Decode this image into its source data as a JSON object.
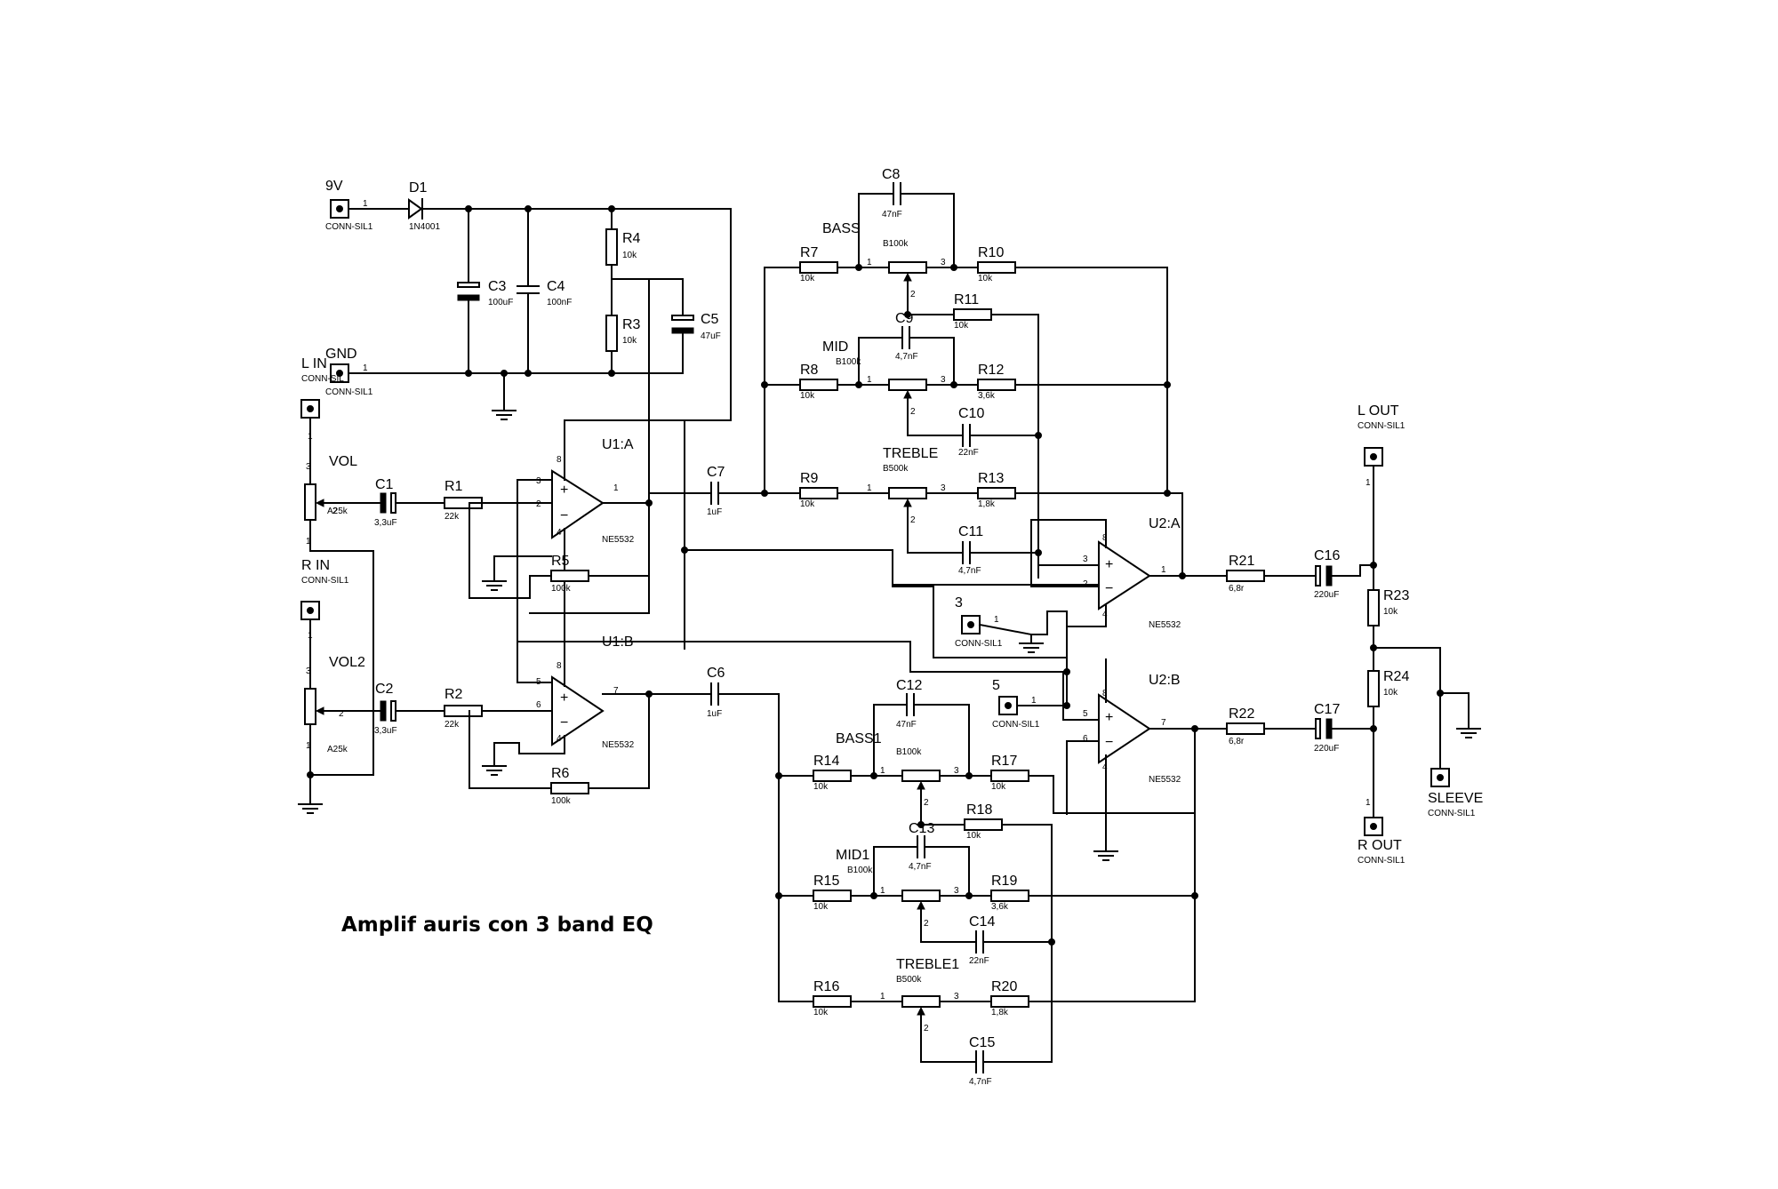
{
  "title": "Amplif auris con 3 band EQ",
  "labels": {
    "j9v": "9V",
    "d1": "D1",
    "d1v": "1N4001",
    "r4": "R4",
    "r4v": "10k",
    "r3": "R3",
    "r3v": "10k",
    "c3": "C3",
    "c3v": "100uF",
    "c4": "C4",
    "c4v": "100nF",
    "c5": "C5",
    "c5v": "47uF",
    "gnd": "GND",
    "lin": "L IN",
    "rin": "R IN",
    "vol": "VOL",
    "vol2": "VOL2",
    "a25k": "A25k",
    "c1": "C1",
    "c1v": "3,3uF",
    "c2": "C2",
    "c2v": "3,3uF",
    "r1": "R1",
    "r1v": "22k",
    "r2": "R2",
    "r2v": "22k",
    "r5": "R5",
    "r5v": "100k",
    "r6": "R6",
    "r6v": "100k",
    "u1a": "U1:A",
    "u1b": "U1:B",
    "u2a": "U2:A",
    "u2b": "U2:B",
    "ne": "NE5532",
    "c7": "C7",
    "c7v": "1uF",
    "c6": "C6",
    "c6v": "1uF",
    "c8": "C8",
    "c8v": "47nF",
    "bass": "BASS",
    "b100k": "B100k",
    "r7": "R7",
    "r7v": "10k",
    "r10": "R10",
    "r10v": "10k",
    "c9": "C9",
    "c9v": "4,7nF",
    "mid": "MID",
    "r11": "R11",
    "r11v": "10k",
    "r8": "R8",
    "r8v": "10k",
    "r12": "R12",
    "r12v": "3,6k",
    "c10": "C10",
    "c10v": "22nF",
    "treble": "TREBLE",
    "b500k": "B500k",
    "r9": "R9",
    "r9v": "10k",
    "r13": "R13",
    "r13v": "1,8k",
    "c11": "C11",
    "c11v": "4,7nF",
    "j3": "3",
    "j5": "5",
    "connsil": "CONN-SIL1",
    "connsil_short": "CONN-SIL",
    "r21": "R21",
    "r21v": "6,8r",
    "r22": "R22",
    "r22v": "6,8r",
    "c16": "C16",
    "c16v": "220uF",
    "c17": "C17",
    "c17v": "220uF",
    "r23": "R23",
    "r23v": "10k",
    "r24": "R24",
    "r24v": "10k",
    "lout": "L OUT",
    "rout": "R OUT",
    "sleeve": "SLEEVE",
    "c12": "C12",
    "c12v": "47nF",
    "bass1": "BASS1",
    "r14": "R14",
    "r14v": "10k",
    "r17": "R17",
    "r17v": "10k",
    "c13": "C13",
    "c13v": "4,7nF",
    "mid1": "MID1",
    "r18": "R18",
    "r18v": "10k",
    "r15": "R15",
    "r15v": "10k",
    "r19": "R19",
    "r19v": "3,6k",
    "c14": "C14",
    "c14v": "22nF",
    "treble1": "TREBLE1",
    "r16": "R16",
    "r16v": "10k",
    "r20": "R20",
    "r20v": "1,8k",
    "c15": "C15",
    "c15v": "4,7nF",
    "p1": "1",
    "p2": "2",
    "p3": "3",
    "p4": "4",
    "p5": "5",
    "p6": "6",
    "p7": "7",
    "p8": "8",
    "plus": "+",
    "minus": "−"
  }
}
